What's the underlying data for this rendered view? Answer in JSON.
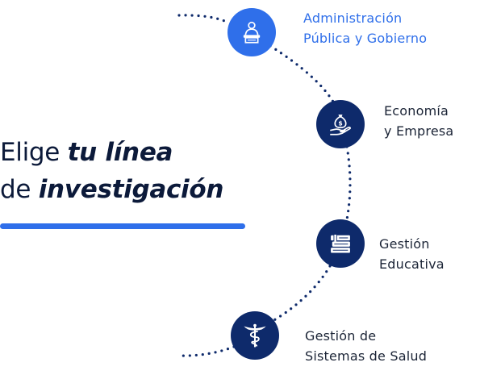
{
  "headline": {
    "line1_plain": "Elige ",
    "line1_emphasis": "tu línea",
    "line2_plain": "de ",
    "line2_emphasis": "investigación"
  },
  "lines": [
    {
      "label_lines": [
        "Administración",
        "Pública y Gobierno"
      ],
      "icon": "podium-speaker-icon",
      "active": true
    },
    {
      "label_lines": [
        "Economía",
        "y Empresa"
      ],
      "icon": "money-bag-hand-icon",
      "active": false
    },
    {
      "label_lines": [
        "Gestión",
        "Educativa"
      ],
      "icon": "books-stack-icon",
      "active": false
    },
    {
      "label_lines": [
        "Gestión de",
        "Sistemas de Salud"
      ],
      "icon": "caduceus-icon",
      "active": false
    }
  ],
  "colors": {
    "accent": "#2f6fea",
    "node_dark": "#0e2a6b",
    "text": "#1b2436",
    "headline": "#0c1a3a"
  }
}
